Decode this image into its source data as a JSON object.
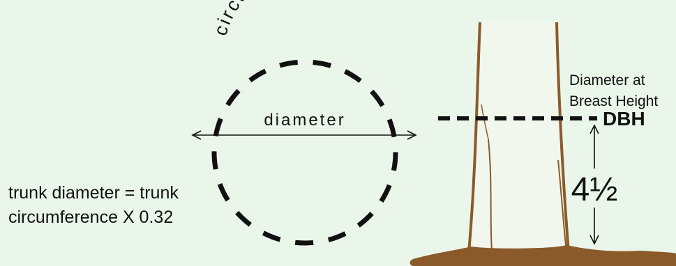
{
  "diagram": {
    "circumference_label": "circumference",
    "diameter_label": "diameter",
    "formula_line1": "trunk diameter = trunk",
    "formula_line2": "circumference X 0.32",
    "dbh_caption_line1": "Diameter at",
    "dbh_caption_line2": "Breast Height",
    "dbh_label": "DBH",
    "height_label": "4½"
  },
  "colors": {
    "background": "#eaf6ea",
    "ink": "#111111",
    "tree_fill": "#f2f7ee",
    "tree_brown": "#8b5a2b"
  }
}
